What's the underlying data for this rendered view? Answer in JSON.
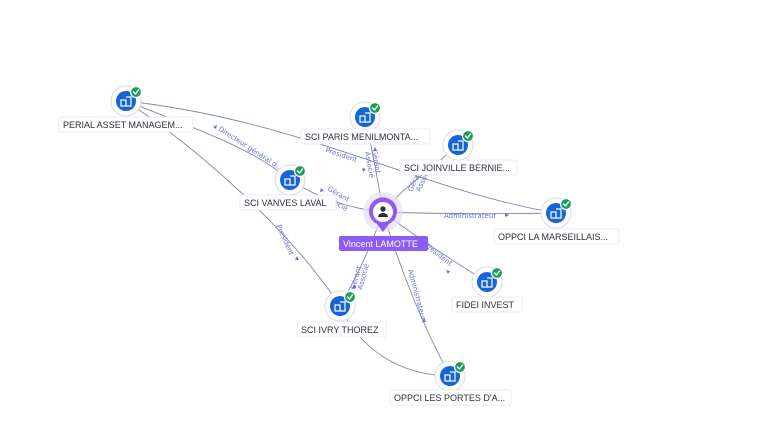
{
  "center": {
    "name": "Vincent LAMOTTE",
    "icon": "person-icon",
    "color": "#8b5cf6"
  },
  "companies": [
    {
      "id": "perial",
      "label": "PERIAL ASSET MANAGEM...",
      "icon": "building-icon",
      "verified": true
    },
    {
      "id": "paris",
      "label": "SCI PARIS MENILMONTA...",
      "icon": "building-icon",
      "verified": true
    },
    {
      "id": "joinville",
      "label": "SCI JOINVILLE BERNIE...",
      "icon": "building-icon",
      "verified": true
    },
    {
      "id": "vanves",
      "label": "SCI VANVES LAVAL",
      "icon": "building-icon",
      "verified": true
    },
    {
      "id": "marseillais",
      "label": "OPPCI LA MARSEILLAIS...",
      "icon": "building-icon",
      "verified": true
    },
    {
      "id": "fidei",
      "label": "FIDEI INVEST",
      "icon": "building-icon",
      "verified": true
    },
    {
      "id": "ivry",
      "label": "SCI IVRY THOREZ",
      "icon": "building-icon",
      "verified": true
    },
    {
      "id": "portes",
      "label": "OPPCI LES PORTES D'A...",
      "icon": "building-icon",
      "verified": true
    }
  ],
  "relations": [
    {
      "id": "r1",
      "label": "Directeur général d..."
    },
    {
      "id": "r2",
      "label": "President"
    },
    {
      "id": "r3",
      "label": "Gérant"
    },
    {
      "id": "r4",
      "label": "Associé"
    },
    {
      "id": "r5",
      "label": "Gérant"
    },
    {
      "id": "r6",
      "label": "Associé"
    },
    {
      "id": "r7",
      "label": "Gérant"
    },
    {
      "id": "r8",
      "label": "Associé"
    },
    {
      "id": "r9",
      "label": "Administrateur"
    },
    {
      "id": "r10",
      "label": "President"
    },
    {
      "id": "r11",
      "label": "Gérant"
    },
    {
      "id": "r12",
      "label": "Associé"
    },
    {
      "id": "r13",
      "label": "Administrateur"
    },
    {
      "id": "r14",
      "label": "President"
    }
  ],
  "colors": {
    "node": "#1565d8",
    "verified": "#1e9e58",
    "edge": "#7f8aa6",
    "relation_text": "#6a6fd6"
  }
}
